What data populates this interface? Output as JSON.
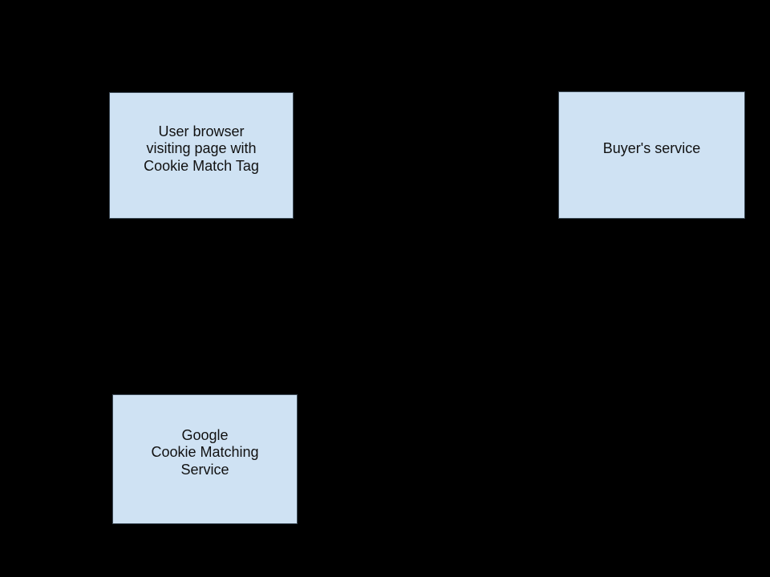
{
  "page": {
    "background_color": "#000000"
  },
  "diagram": {
    "node_fill_color": "#cfe2f3",
    "node_border_color": "#3c4a56",
    "text_color": "#111111",
    "nodes": [
      {
        "id": "user-browser",
        "label": "User browser\nvisiting page with\nCookie Match Tag"
      },
      {
        "id": "buyers-service",
        "label": "Buyer's service"
      },
      {
        "id": "google-cookie-matching-service",
        "label": "Google\nCookie Matching\nService"
      }
    ]
  }
}
